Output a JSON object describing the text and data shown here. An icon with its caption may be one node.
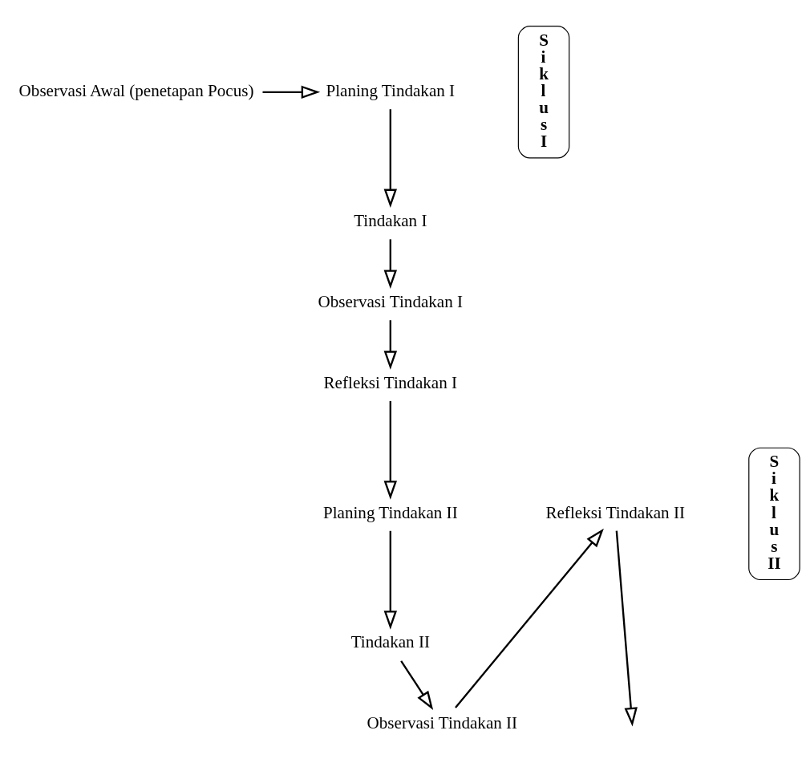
{
  "diagram": {
    "nodes": [
      {
        "text": [
          "Observasi Awal (penetapan Pocus)"
        ]
      },
      {
        "text": [
          "Planing Tindakan I"
        ]
      },
      {
        "text": [
          "S i k l u s I"
        ]
      },
      {
        "text": [
          "Refleksi Tindakan I"
        ]
      },
      {
        "text": [
          "Observasi Tindakan I"
        ]
      },
      {
        "text": [
          "Tindakan I"
        ]
      },
      {
        "text": [
          "Refleksi Tindakan II"
        ]
      },
      {
        "text": [
          "Planing Tindakan II"
        ]
      },
      {
        "text": [
          "S i k l u s II"
        ]
      },
      {
        "text": [
          "Observasi Tindakan II"
        ]
      },
      {
        "text": [
          "Tindakan II"
        ]
      }
    ],
    "edges": [
      {
        "from": 0,
        "to": 1,
        "arrow": "to"
      },
      {
        "from": 1,
        "to": 5,
        "arrow": "to"
      },
      {
        "from": 5,
        "to": 4,
        "arrow": "to"
      },
      {
        "from": 4,
        "to": 3,
        "arrow": "to"
      },
      {
        "from": 3,
        "to": 7,
        "arrow": "to"
      },
      {
        "from": 7,
        "to": 10,
        "arrow": "to"
      },
      {
        "from": 10,
        "to": 9,
        "arrow": "to"
      },
      {
        "from": 9,
        "to": 6,
        "arrow": "to"
      },
      {
        "from": 6,
        "to": null,
        "arrow": "to"
      }
    ]
  }
}
